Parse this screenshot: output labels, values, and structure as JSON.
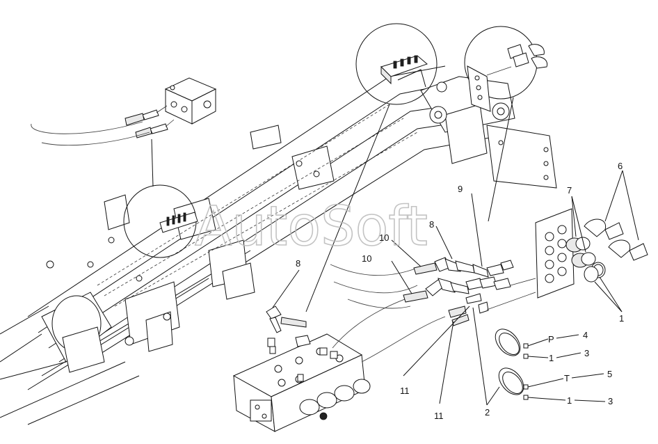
{
  "watermark": "AutoSoft",
  "callouts": {
    "c1a": "1",
    "c1b": "1",
    "c1c": "1",
    "c2": "2",
    "c3a": "3",
    "c3b": "3",
    "c4": "4",
    "c5": "5",
    "c6": "6",
    "c7": "7",
    "c8a": "8",
    "c8b": "8",
    "c9": "9",
    "c10a": "10",
    "c10b": "10",
    "c11a": "11",
    "c11b": "11",
    "cP": "P",
    "cT": "T"
  }
}
